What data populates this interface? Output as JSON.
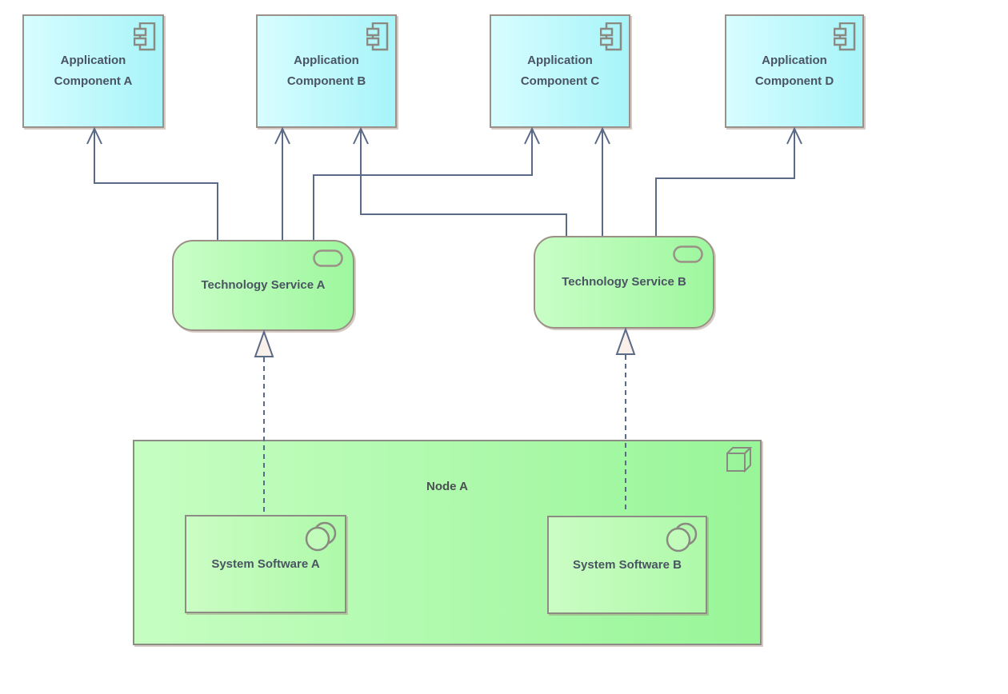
{
  "app_components": [
    {
      "label": "Application Component A",
      "icon": "uml-component-icon"
    },
    {
      "label": "Application Component B",
      "icon": "uml-component-icon"
    },
    {
      "label": "Application Component C",
      "icon": "uml-component-icon"
    },
    {
      "label": "Application Component D",
      "icon": "uml-component-icon"
    }
  ],
  "technology_services": [
    {
      "label": "Technology Service A",
      "icon": "rounded-pill-icon"
    },
    {
      "label": "Technology Service B",
      "icon": "rounded-pill-icon"
    }
  ],
  "node": {
    "label": "Node A",
    "icon": "cube-icon"
  },
  "system_software": [
    {
      "label": "System Software A",
      "icon": "overlapping-circles-icon"
    },
    {
      "label": "System Software B",
      "icon": "overlapping-circles-icon"
    }
  ],
  "relationships": [
    {
      "type": "serving",
      "source": "Technology Service A",
      "target": "Application Component A",
      "line": "solid",
      "arrowhead": "open-v"
    },
    {
      "type": "serving",
      "source": "Technology Service A",
      "target": "Application Component B",
      "line": "solid",
      "arrowhead": "open-v"
    },
    {
      "type": "serving",
      "source": "Technology Service A",
      "target": "Application Component C",
      "line": "solid",
      "arrowhead": "open-v"
    },
    {
      "type": "serving",
      "source": "Technology Service B",
      "target": "Application Component B",
      "line": "solid",
      "arrowhead": "open-v"
    },
    {
      "type": "serving",
      "source": "Technology Service B",
      "target": "Application Component C",
      "line": "solid",
      "arrowhead": "open-v"
    },
    {
      "type": "serving",
      "source": "Technology Service B",
      "target": "Application Component D",
      "line": "solid",
      "arrowhead": "open-v"
    },
    {
      "type": "realization",
      "source": "System Software A",
      "target": "Technology Service A",
      "line": "dashed",
      "arrowhead": "hollow-triangle"
    },
    {
      "type": "realization",
      "source": "System Software B",
      "target": "Technology Service B",
      "line": "dashed",
      "arrowhead": "hollow-triangle"
    }
  ],
  "colors": {
    "background": "#ffffff",
    "connector": "#5b6b87",
    "app_fill_left": "#d8fdff",
    "app_fill_right": "#a6f4f9",
    "app_border": "#9b918b",
    "tech_fill_left": "#c9fec7",
    "tech_fill_right": "#9ef79e",
    "tech_border": "#9a9086",
    "node_fill_left": "#c6fec2",
    "node_fill_right": "#98f598",
    "node_border": "#8c8c84",
    "realization_triangle_fill": "#faf0ea",
    "icon_stroke": "#8a8a82",
    "text": "#4a5462"
  }
}
